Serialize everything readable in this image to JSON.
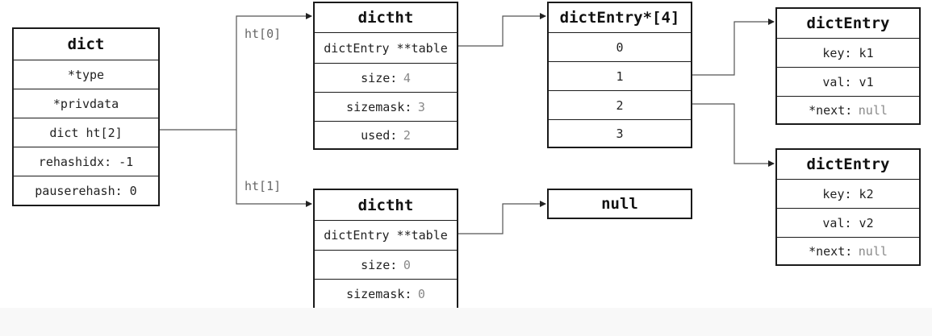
{
  "dict": {
    "title": "dict",
    "fields": [
      "*type",
      "*privdata",
      "dict ht[2]",
      "rehashidx: -1",
      "pauserehash: 0"
    ]
  },
  "edge_labels": {
    "ht0": "ht[0]",
    "ht1": "ht[1]"
  },
  "dictht0": {
    "title": "dictht",
    "table": "dictEntry **table",
    "size_key": "size:",
    "size": "4",
    "sizemask_key": "sizemask:",
    "sizemask": "3",
    "used_key": "used:",
    "used": "2"
  },
  "dictht1": {
    "title": "dictht",
    "table": "dictEntry **table",
    "size_key": "size:",
    "size": "0",
    "sizemask_key": "sizemask:",
    "sizemask": "0"
  },
  "bucket_array": {
    "title": "dictEntry*[4]",
    "slots": [
      "0",
      "1",
      "2",
      "3"
    ]
  },
  "null_node": {
    "title": "null"
  },
  "entry1": {
    "title": "dictEntry",
    "key": "key: k1",
    "val": "val: v1",
    "next_key": "*next:",
    "next": "null"
  },
  "entry2": {
    "title": "dictEntry",
    "key": "key: k2",
    "val": "val: v2",
    "next_key": "*next:",
    "next": "null"
  },
  "colors": {
    "line": "#444444",
    "border": "#1a1a1a",
    "muted": "#888888"
  }
}
